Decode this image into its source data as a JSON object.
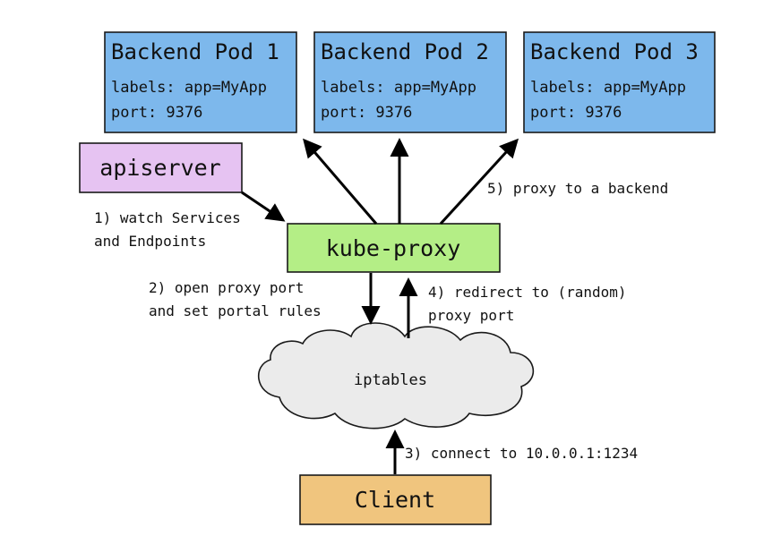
{
  "pods": [
    {
      "title": "Backend Pod 1",
      "labels": "labels: app=MyApp",
      "port": "port: 9376"
    },
    {
      "title": "Backend Pod 2",
      "labels": "labels: app=MyApp",
      "port": "port: 9376"
    },
    {
      "title": "Backend Pod 3",
      "labels": "labels: app=MyApp",
      "port": "port: 9376"
    }
  ],
  "apiserver": {
    "label": "apiserver"
  },
  "kube_proxy": {
    "label": "kube-proxy"
  },
  "iptables": {
    "label": "iptables"
  },
  "client": {
    "label": "Client"
  },
  "steps": {
    "step1_line1": "1) watch Services",
    "step1_line2": "and Endpoints",
    "step2_line1": "2) open proxy port",
    "step2_line2": "and set portal rules",
    "step3": "3) connect to 10.0.0.1:1234",
    "step4_line1": "4) redirect to (random)",
    "step4_line2": "proxy port",
    "step5": "5) proxy to a backend"
  },
  "colors": {
    "pod_fill": "#7db8ec",
    "apiserver_fill": "#e6c3f2",
    "kube_proxy_fill": "#b4ee86",
    "client_fill": "#f0c57e",
    "cloud_fill": "#ebebeb"
  }
}
